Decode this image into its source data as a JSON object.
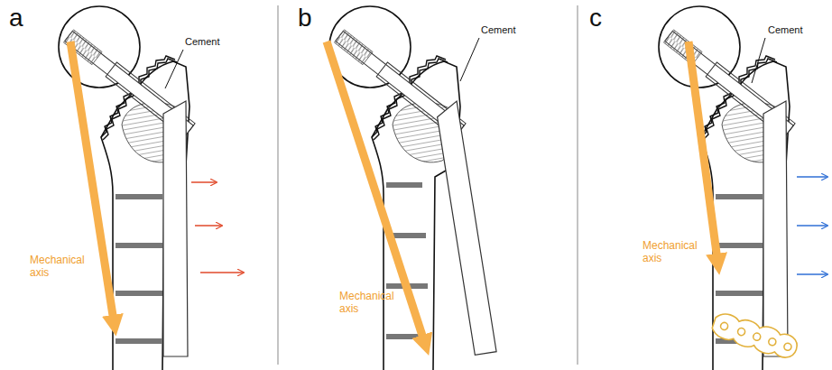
{
  "diagram": {
    "labels": [
      "a",
      "Cement",
      "Mechanical axis",
      "b",
      "Cement",
      "Mechanical axis",
      "c",
      "Cement",
      "Mechanical axis"
    ]
  }
}
